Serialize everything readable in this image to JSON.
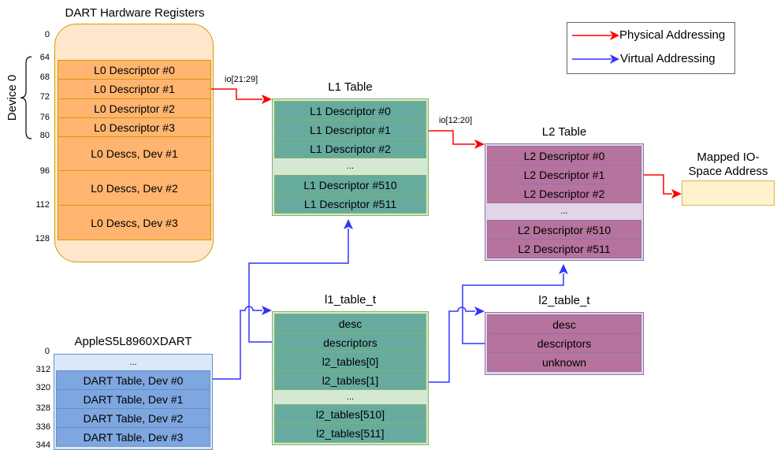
{
  "legend": {
    "physical": {
      "label": "Physical Addressing",
      "color": "#ff0000"
    },
    "virtual": {
      "label": "Virtual Addressing",
      "color": "#3333ff"
    }
  },
  "hw_registers": {
    "title": "DART Hardware Registers",
    "ticks": [
      "0",
      "64",
      "68",
      "72",
      "76",
      "80",
      "96",
      "112",
      "128"
    ],
    "group_label": "Device 0",
    "rows": [
      "L0 Descriptor #0",
      "L0 Descriptor #1",
      "L0 Descriptor #2",
      "L0 Descriptor #3",
      "L0 Descs, Dev #1",
      "L0 Descs, Dev #2",
      "L0 Descs, Dev #3"
    ]
  },
  "l1_table": {
    "title": "L1 Table",
    "rows": [
      "L1 Descriptor #0",
      "L1 Descriptor #1",
      "L1 Descriptor #2",
      "...",
      "L1 Descriptor #510",
      "L1 Descriptor #511"
    ]
  },
  "l2_table": {
    "title": "L2 Table",
    "rows": [
      "L2 Descriptor #0",
      "L2 Descriptor #1",
      "L2 Descriptor #2",
      "...",
      "L2 Descriptor #510",
      "L2 Descriptor #511"
    ]
  },
  "mapped": {
    "title_line1": "Mapped IO-",
    "title_line2": "Space Address"
  },
  "edge_labels": {
    "l0_to_l1": "io[21:29]",
    "l1_to_l2": "io[12:20]"
  },
  "dart_struct": {
    "title": "AppleS5L8960XDART",
    "ticks": [
      "0",
      "312",
      "320",
      "328",
      "336",
      "344"
    ],
    "rows": [
      "...",
      "DART Table, Dev #0",
      "DART Table, Dev #1",
      "DART Table, Dev #2",
      "DART Table, Dev #3"
    ]
  },
  "l1_table_t": {
    "title": "l1_table_t",
    "rows": [
      "desc",
      "descriptors",
      "l2_tables[0]",
      "l2_tables[1]",
      "...",
      "l2_tables[510]",
      "l2_tables[511]"
    ]
  },
  "l2_table_t": {
    "title": "l2_table_t",
    "rows": [
      "desc",
      "descriptors",
      "unknown"
    ]
  }
}
